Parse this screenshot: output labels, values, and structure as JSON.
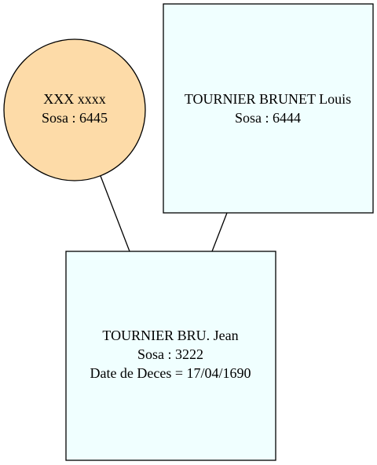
{
  "diagram": {
    "nodes": {
      "mother": {
        "shape": "circle",
        "fill": "#fddba8",
        "lines": [
          "XXX xxxx",
          "Sosa : 6445"
        ]
      },
      "father": {
        "shape": "box",
        "fill": "#f0ffff",
        "lines": [
          "TOURNIER BRUNET Louis",
          "Sosa : 6444"
        ]
      },
      "child": {
        "shape": "box",
        "fill": "#f0ffff",
        "lines": [
          "TOURNIER BRU. Jean",
          "Sosa : 3222",
          "Date de Deces = 17/04/1690"
        ]
      }
    },
    "edges": [
      {
        "from": "mother",
        "to": "child"
      },
      {
        "from": "father",
        "to": "child"
      }
    ]
  }
}
